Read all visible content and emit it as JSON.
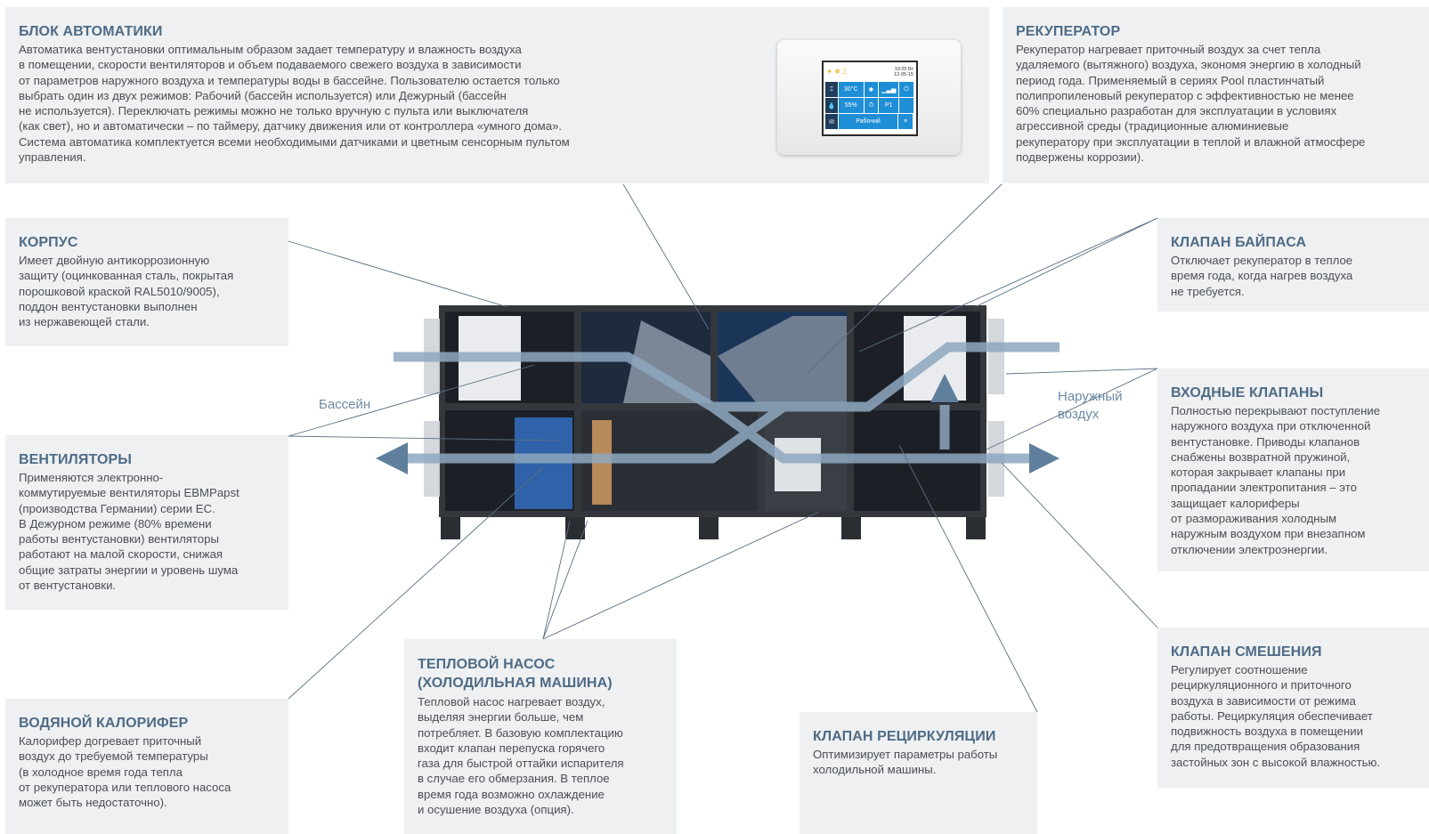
{
  "boxes": {
    "automation": {
      "title": "БЛОК АВТОМАТИКИ",
      "text": "Автоматика вентустановки оптимальным образом задает температуру и влажность воздуха\nв помещении, скорости вентиляторов и объем подаваемого свежего воздуха в зависимости\nот параметров наружного воздуха и температуры воды в бассейне. Пользователю остается только\nвыбрать один из двух режимов: Рабочий (бассейн используется) или Дежурный (бассейн\nне используется). Переключать режимы можно не только вручную с пульта или выключателя\n(как свет), но и автоматически – по таймеру, датчику движения или от контроллера «умного дома».\nСистема автоматика комплектуется всеми необходимыми датчиками и цветным сенсорным пультом\nуправления."
    },
    "recuperator": {
      "title": "РЕКУПЕРАТОР",
      "text": "Рекуператор нагревает приточный воздух за счет тепла\nудаляемого (вытяжного) воздуха, экономя энергию в холодный\nпериод года. Применяемый в сериях Pool пластинчатый\nполипропиленовый рекуператор с эффективностью не менее\n60% специально разработан для эксплуатации в условиях\nагрессивной среды (традиционные алюминиевые\nрекуператору при эксплуатации в теплой и влажной атмосфере\nподвержены коррозии)."
    },
    "housing": {
      "title": "КОРПУС",
      "text": "Имеет двойную антикоррозионную\nзащиту (оцинкованная сталь, покрытая\nпорошковой краской RAL5010/9005),\nподдон  вентустановки выполнен\nиз нержавеющей стали."
    },
    "bypass": {
      "title": "КЛАПАН БАЙПАСА",
      "text": "Отключает рекуператор в теплое\nвремя года, когда нагрев воздуха\nне требуется."
    },
    "inlet": {
      "title": "ВХОДНЫЕ КЛАПАНЫ",
      "text": "Полностью перекрывают поступление\nнаружного воздуха при отключенной\nвентустановке. Приводы клапанов\nснабжены возвратной пружиной,\nкоторая закрывает клапаны при\nпропадании электропитания – это\nзащищает калориферы\nот размораживания холодным\nнаружным воздухом при внезапном\nотключении электроэнергии."
    },
    "fans": {
      "title": "ВЕНТИЛЯТОРЫ",
      "text": "Применяются электронно-\nкоммутируемые вентиляторы EBMPapst\n(производства Германии) серии EC.\nВ Дежурном режиме (80% времени\nработы вентустановки) вентиляторы\nработают на малой скорости, снижая\nобщие затраты энергии и уровень шума\nот вентустановки."
    },
    "mixing": {
      "title": "КЛАПАН СМЕШЕНИЯ",
      "text": "Регулирует соотношение\nрециркуляционного и приточного\nвоздуха в зависимости от режима\nработы. Рециркуляция обеспечивает\nподвижность воздуха в помещении\nдля предотвращения образования\nзастойных зон с высокой влажностью."
    },
    "heatpump": {
      "title": "ТЕПЛОВОЙ НАСОС\n(ХОЛОДИЛЬНАЯ МАШИНА)",
      "text": "Тепловой насос нагревает воздух,\nвыделяя энергии больше, чем\nпотребляет. В базовую комплектацию\nвходит клапан перепуска горячего\nгаза для быстрой оттайки испарителя\nв случае его обмерзания. В теплое\nвремя года возможно охлаждение\nи осушение воздуха (опция)."
    },
    "water_heater": {
      "title": "ВОДЯНОЙ КАЛОРИФЕР",
      "text": "Калорифер догревает приточный\nвоздух до требуемой температуры\n(в холодное время года тепла\nот рекуператора или теплового насоса\nможет быть недостаточно)."
    },
    "recirc": {
      "title": "КЛАПАН РЕЦИРКУЛЯЦИИ",
      "text": "Оптимизирует параметры работы\nхолодильной машины."
    }
  },
  "flow_labels": {
    "pool": "Бассейн",
    "outdoor": "Наружный\nвоздух"
  },
  "panel": {
    "time": "10:25 Вт\n12-05-15",
    "temp": "30°C",
    "humidity": "55%",
    "program": "P1",
    "mode": "Рабочий"
  },
  "colors": {
    "box_bg": "#eef0f2",
    "title": "#4f6b85",
    "text": "#4b4f54",
    "arrow": "#7f9cb7",
    "leader": "#5b6f82",
    "screen_blue": "#1e8ed6"
  }
}
